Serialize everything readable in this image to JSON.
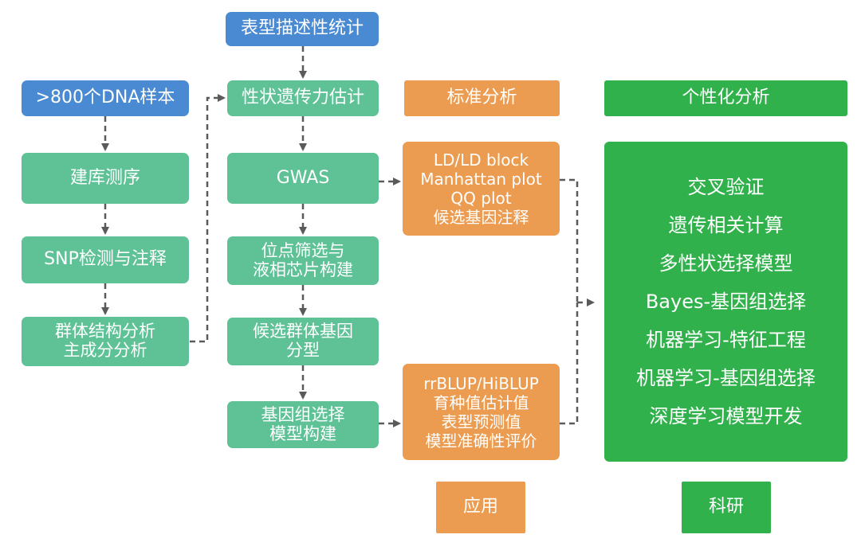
{
  "boxes": {
    "phenotype_stats": "表型描述性统计",
    "dna_samples": ">800个DNA样本",
    "heritability": "性状遗传力估计",
    "standard_header": "标准分析",
    "personalized_header": "个性化分析",
    "library_seq": "建库测序",
    "gwas": "GWAS",
    "snp_detect": "SNP检测与注释",
    "site_screen": [
      "位点筛选与",
      "液相芯片构建"
    ],
    "population_structure": [
      "群体结构分析",
      "主成分分析"
    ],
    "candidate_genotype": [
      "候选群体基因",
      "分型"
    ],
    "gs_model": [
      "基因组选择",
      "模型构建"
    ],
    "gwas_outputs": [
      "LD/LD block",
      "Manhattan plot",
      "QQ plot",
      "候选基因注释"
    ],
    "gs_outputs": [
      "rrBLUP/HiBLUP",
      "育种值估计值",
      "表型预测值",
      "模型准确性评价"
    ],
    "research_items": [
      "交叉验证",
      "遗传相关计算",
      "多性状选择模型",
      "Bayes-基因组选择",
      "机器学习-特征工程",
      "机器学习-基因组选择",
      "深度学习模型开发"
    ],
    "application_label": "应用",
    "research_label": "科研"
  },
  "colors": {
    "blue": "#4a8ad2",
    "teal": "#5ec296",
    "orange": "#ec9c50",
    "green": "#30b14c",
    "connector": "#5a5a5a"
  }
}
